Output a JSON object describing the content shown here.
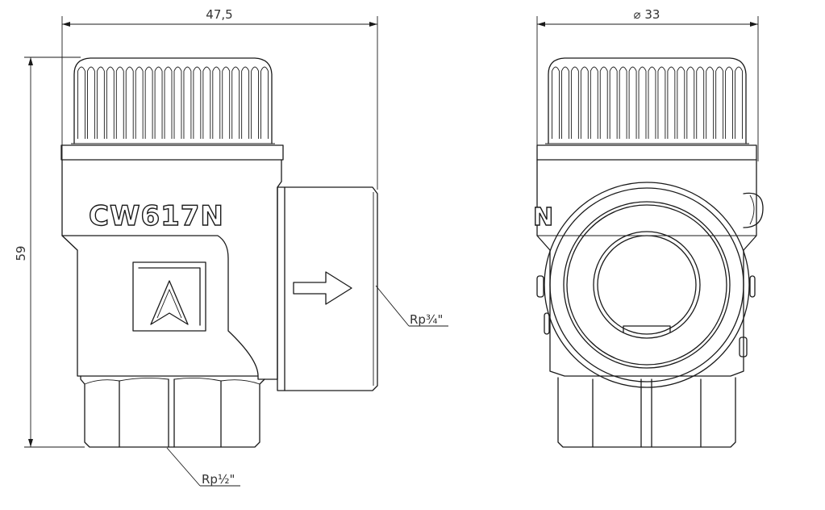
{
  "drawing": {
    "dimensions": {
      "width_label": "47,5",
      "diameter_label": "⌀ 33",
      "height_label": "59",
      "outlet_thread": "Rp¾\"",
      "inlet_thread": "Rp½\""
    },
    "body_marking": "CW617N",
    "side_marking": "N"
  }
}
